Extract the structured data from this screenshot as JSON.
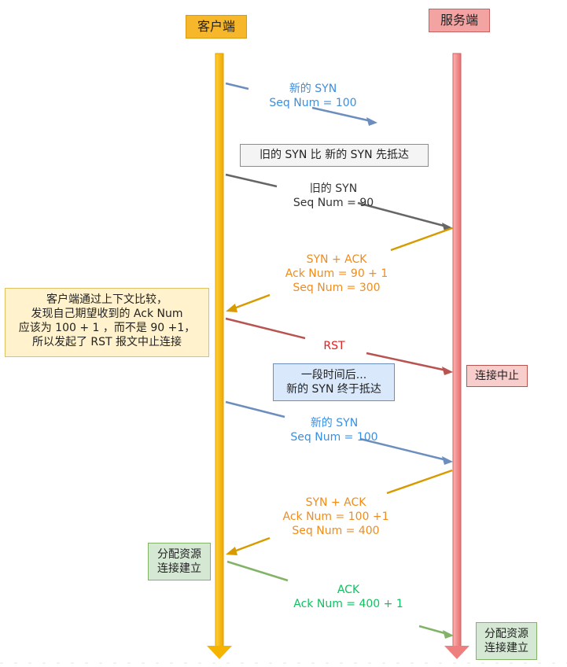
{
  "participants": {
    "client": "客户端",
    "server": "服务端"
  },
  "notes": {
    "old_syn_first": "旧的 SYN 比 新的 SYN 先抵达",
    "client_compare": [
      "客户端通过上下文比较，",
      "发现自己期望收到的 Ack Num",
      "应该为 100 + 1 ，而不是 90 +1，",
      "所以发起了 RST 报文中止连接"
    ],
    "after_a_while": [
      "一段时间后...",
      "新的 SYN 终于抵达"
    ],
    "connection_aborted": "连接中止",
    "client_allocate": [
      "分配资源",
      "连接建立"
    ],
    "server_allocate": [
      "分配资源",
      "连接建立"
    ]
  },
  "messages": [
    {
      "id": "new-syn-1",
      "lines": [
        "新的 SYN",
        "Seq Num = 100"
      ],
      "color": "#6c8ebf"
    },
    {
      "id": "old-syn",
      "lines": [
        "旧的 SYN",
        "Seq Num = 90"
      ],
      "color": "#666666"
    },
    {
      "id": "syn-ack-1",
      "lines": [
        "SYN + ACK",
        "Ack Num =  90 + 1",
        "Seq Num = 300"
      ],
      "color": "#d79b00"
    },
    {
      "id": "rst",
      "lines": [
        "RST"
      ],
      "color": "#b85450"
    },
    {
      "id": "new-syn-2",
      "lines": [
        "新的 SYN",
        "Seq Num = 100"
      ],
      "color": "#6c8ebf"
    },
    {
      "id": "syn-ack-2",
      "lines": [
        "SYN + ACK",
        "Ack Num =  100 +1",
        "Seq Num = 400"
      ],
      "color": "#d79b00"
    },
    {
      "id": "ack",
      "lines": [
        "ACK",
        "Ack Num = 400 + 1"
      ],
      "color": "#82b366"
    }
  ],
  "colors": {
    "client_lifeline": "#f4b400",
    "server_lifeline": "#ef7f7f"
  }
}
